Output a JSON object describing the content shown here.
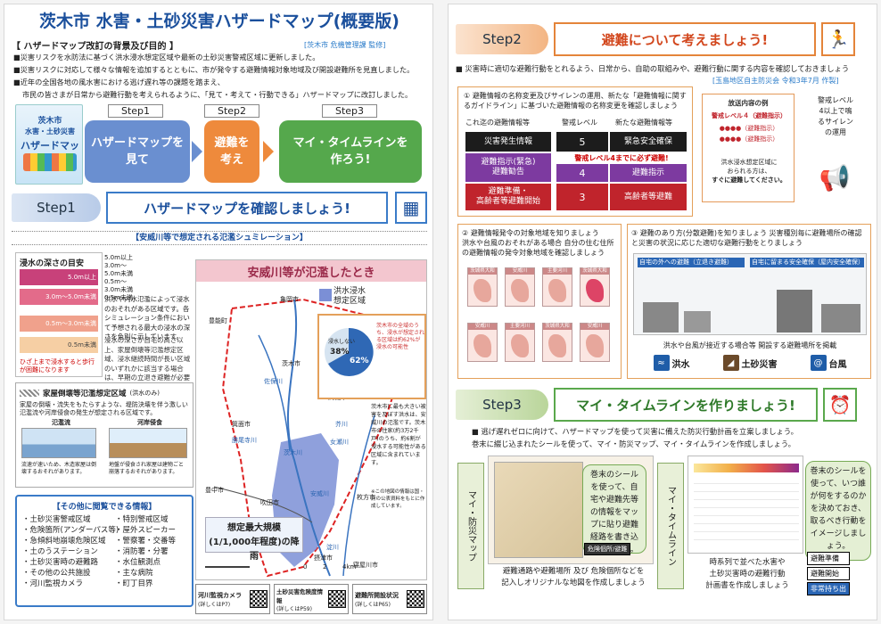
{
  "left": {
    "title": "茨木市 水害・土砂災害ハザードマップ(概要版)",
    "bg_heading": "【 ハザードマップ改訂の背景及び目的 】",
    "bg_credit": "[茨木市 危機管理課 監修]",
    "intro": [
      "■災害リスクを水防法に基づく洪水浸水想定区域や最新の土砂災害警戒区域に更新しました。",
      "■災害リスクに対応して様々な情報を追加するとともに、市が発令する避難情報対象地域及び開設避難所を見直しました。",
      "■近年の全国各地の風水害における逃げ遅れ等の課題を踏まえ、",
      "市民の皆さまが日常から避難行動を考えられるように、「見て・考えて・行動できる」ハザードマップに改訂しました。"
    ],
    "cover": {
      "l1": "茨木市",
      "l2": "水害・土砂災害",
      "l3": "ハザードマップ"
    },
    "steps": [
      {
        "label": "Step1",
        "text": "ハザードマップを\n見て",
        "color": "#6a8fd0"
      },
      {
        "label": "Step2",
        "text": "避難を\n考え",
        "color": "#ee8a3c"
      },
      {
        "label": "Step3",
        "text": "マイ・タイムラインを\n作ろう!",
        "color": "#55a84c"
      }
    ],
    "step1": {
      "pill": "Step1",
      "title": "ハザードマップを確認しましょう!"
    },
    "sim_title": "【安威川等で想定される氾濫シュミレーション】",
    "depth_title": "浸水の深さの目安",
    "depth": [
      {
        "v": "5.0m以上",
        "c": "#c8417a"
      },
      {
        "v": "3.0m〜5.0m未満",
        "c": "#e36b8a"
      },
      {
        "v": "0.5m〜3.0m未満",
        "c": "#f0a18c"
      },
      {
        "v": "0.5m未満",
        "c": "#f6cfa4"
      }
    ],
    "depth_ranges": [
      "5.0m以上",
      "3.0m〜\n5.0m未満",
      "0.5m〜\n3.0m未満",
      "0.5m未満"
    ],
    "depth_note": "ひざ上まで浸水すると歩行が困難になります",
    "depth_desc": "洪水や内水氾濫によって浸水のおそれがある区域です。各シミュレーション条件において予想される最大の浸水の深さを色別に示しています。",
    "depth_desc2": "浸水の深さが自宅の高さ以上、家屋倒壊等氾濫想定区域、浸水継続時間が長い区域のいずれかに該当する場合は、早期の立退き避難が必要な区域です。",
    "kaoku_title": "家屋倒壊等氾濫想定区域",
    "kaoku_sub": "(洪水のみ)",
    "kaoku_desc": "家屋の倒壊・流失をもたらすような、堤防決壊を伴う激しい氾濫流や河岸侵食の発生が想定される区域です。",
    "kaoku_a": "氾濫流",
    "kaoku_b": "河岸侵食",
    "kaoku_a_desc": "流速が速いため、木造家屋は倒壊するおそれがあります。",
    "kaoku_b_desc": "地盤が侵食され家屋は建物ごと崩落するおそれがあります。",
    "other_title": "【その他に閲覧できる情報】",
    "other_col1": [
      "・土砂災害警戒区域",
      "・危険箇所(アンダーパス等)",
      "・急傾斜地崩壊危険区域",
      "・土のうステーション",
      "・土砂災害時の避難路",
      "・その他の公共施設",
      "・河川監視カメラ"
    ],
    "other_col2": [
      "・特別警戒区域",
      "・屋外スピーカー",
      "・警察署・交番等",
      "・消防署・分署",
      "・水位観測点",
      "・主な病院",
      "・町丁目界"
    ],
    "map": {
      "title": "安威川等が氾濫したとき",
      "legend": "洪水浸水\n想定区域",
      "kameoka": "亀岡市",
      "toyono": "豊能町",
      "minoh": "箕面市",
      "ibaraki": "茨木市",
      "takatsuki": "高槻市",
      "suita": "吹田市",
      "settsu": "摂津市",
      "toyonaka": "豊中市",
      "neyagawa": "寝屋川市",
      "hirakata": "枚方市",
      "saho": "佐保川",
      "katsuo": "勝尾寺川",
      "aikawa": "安威川",
      "akuta": "芥川",
      "yodo": "淀川",
      "maitsuki": "女瀬川",
      "ibagawa": "茨木川",
      "pie_cap": "茨木市の全域のうち、浸水が想定される区域は約62%が浸水の可能性",
      "pie_a": "38%",
      "pie_b": "62%",
      "pie_a_lab": "浸水しない",
      "big": "想定最大規模\n(1/1,000年程度)の降雨",
      "side1": "茨木市に最も大きい被害を及ぼす洪水は、安威川の氾濫です。茨木市の住家(約3万2千戸)のうち、約6割が浸水する可能性がある区域に含まれています。",
      "side2": "※この地図の情報は国・府の公表資料をもとに作成しています。",
      "scale0": "0",
      "scale1": "2",
      "scale2": "4km"
    },
    "footer": [
      {
        "t": "河川監視カメラ",
        "s": "(詳しくはP7)"
      },
      {
        "t": "土砂災害危険度情報",
        "s": "(詳しくはP59)"
      },
      {
        "t": "避難所開設状況",
        "s": "(詳しくはP65)"
      }
    ]
  },
  "right": {
    "step2": {
      "pill": "Step2",
      "title": "避難について考えましょう!"
    },
    "lead": "■ 災害時に適切な避難行動をとれるよう、日常から、自助の取組みや、避難行動に関する内容を確認しておきましょう",
    "lead_credit": "[玉島地区自主防災会 令和3年7月 作製]",
    "p1": "① 避難情報の名称変更及びサイレンの運用、新たな「避難情報に関するガイドライン」に基づいた避難情報の名称変更を確認しましょう",
    "tbl_h": [
      "これ迄の避難情報等",
      "警戒レベル",
      "新たな避難情報等"
    ],
    "tbl_rows": [
      {
        "old": "災害発生情報",
        "lv": "5",
        "new": "緊急安全確保",
        "c": "#1c1c1c"
      },
      {
        "old": "避難指示(緊急)\n避難勧告",
        "lv": "4",
        "new": "避難指示",
        "c": "#7d3aa0"
      },
      {
        "old": "避難準備・\n高齢者等避難開始",
        "lv": "3",
        "new": "高齢者等避難",
        "c": "#c0242c"
      }
    ],
    "tbl_banner": "警戒レベル4までに必ず避難!",
    "notice_h": "放送内容の例",
    "notice": [
      "警戒レベル４（避難指示）",
      "●●●●（避難指示）",
      "●●●●（避難指示）",
      "洪水浸水想定区域に",
      "おられる方は、",
      "すぐに避難してください。"
    ],
    "siren": "警戒レベル\n4以上で鳴\nるサイレン\nの運用",
    "p2": "② 避難情報発令の対象地域を知りましょう\n洪水や台風のおそれがある場合 自分の住む住所の避難情報の発令対象地域を確認しましょう",
    "minis": [
      "茨城県大和",
      "安威川",
      "主要河川",
      "茨城県大和",
      "安威川",
      "主要河川"
    ],
    "p3": "③ 避難のあり方(分散避難)を知りましょう 災害種別毎に避難場所の確認と災害の状況に応じた適切な避難行動をとりましょう",
    "p3_a": "自宅の外への避難（立退き避難）",
    "p3_b": "自宅に留まる安全確保（屋内安全確保）",
    "hazard_cap": "洪水や台風が接近する場合等 開設する避難場所を掲載",
    "hazards": [
      {
        "t": "洪水",
        "c": "#1f5da8"
      },
      {
        "t": "土砂災害",
        "c": "#6b4a2a"
      },
      {
        "t": "台風",
        "c": "#1f5da8"
      }
    ],
    "step3": {
      "pill": "Step3",
      "title": "マイ・タイムラインを作りましょう!"
    },
    "lead3": "■ 逃げ遅れゼロに向けて、ハザードマップを使って災害に備えた防災行動計画を立案しましょう。\n巻末に綴じ込まれたシールを使って、マイ・防災マップ、マイ・タイムラインを作成しましょう。",
    "v1": "マイ・防災マップ",
    "v2": "マイ・タイムライン",
    "b1": "巻末のシールを使って、自宅や避難先等の情報をマップに貼り避難経路を書き込みましょう。",
    "b1_badge": "危険個所/避難",
    "b2": "巻末のシールを使って、いつ誰が何をするのかを決めておき、取るべき行動をイメージしましょう。",
    "b2_badges": [
      "避難準備",
      "避難開始",
      "非常持ち出"
    ],
    "cap1": "避難通路や避難場所 及び 危険個所などを\n記入しオリジナルな地図を作成しましょう",
    "cap2": "時系列で並べた水害や\n土砂災害時の避難行動\n計画書を作成しましょう"
  }
}
